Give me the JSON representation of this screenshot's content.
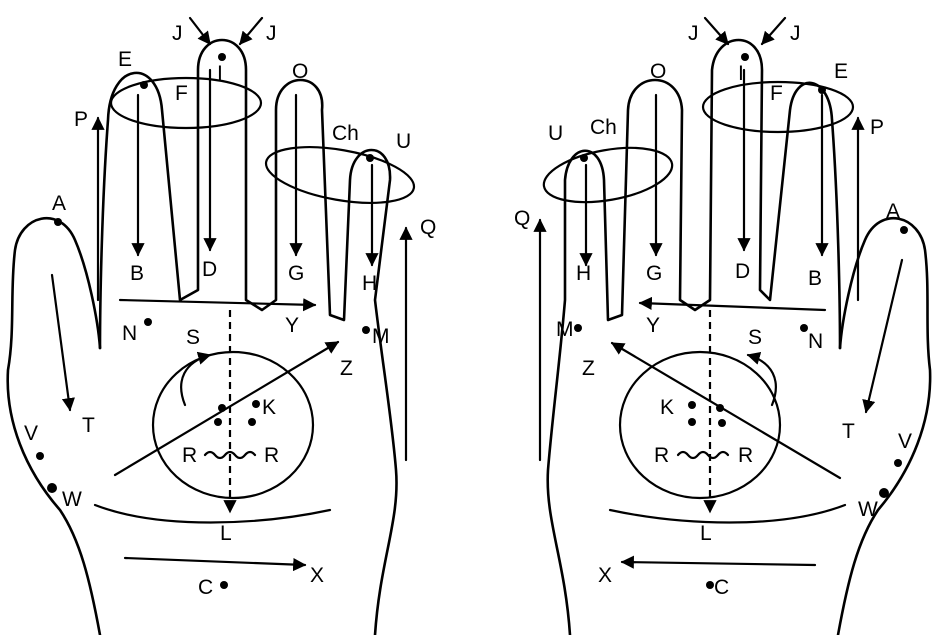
{
  "labels": {
    "A": "A",
    "B": "B",
    "C": "C",
    "D": "D",
    "E": "E",
    "F": "F",
    "G": "G",
    "H": "H",
    "I": "I",
    "J": "J",
    "K": "K",
    "L": "L",
    "M": "M",
    "N": "N",
    "O": "O",
    "P": "P",
    "Q": "Q",
    "R": "R",
    "S": "S",
    "T": "T",
    "U": "U",
    "V": "V",
    "W": "W",
    "X": "X",
    "Y": "Y",
    "Z": "Z",
    "Ch": "Ch"
  },
  "colors": {
    "ink": "#000000",
    "paper": "#ffffff"
  }
}
